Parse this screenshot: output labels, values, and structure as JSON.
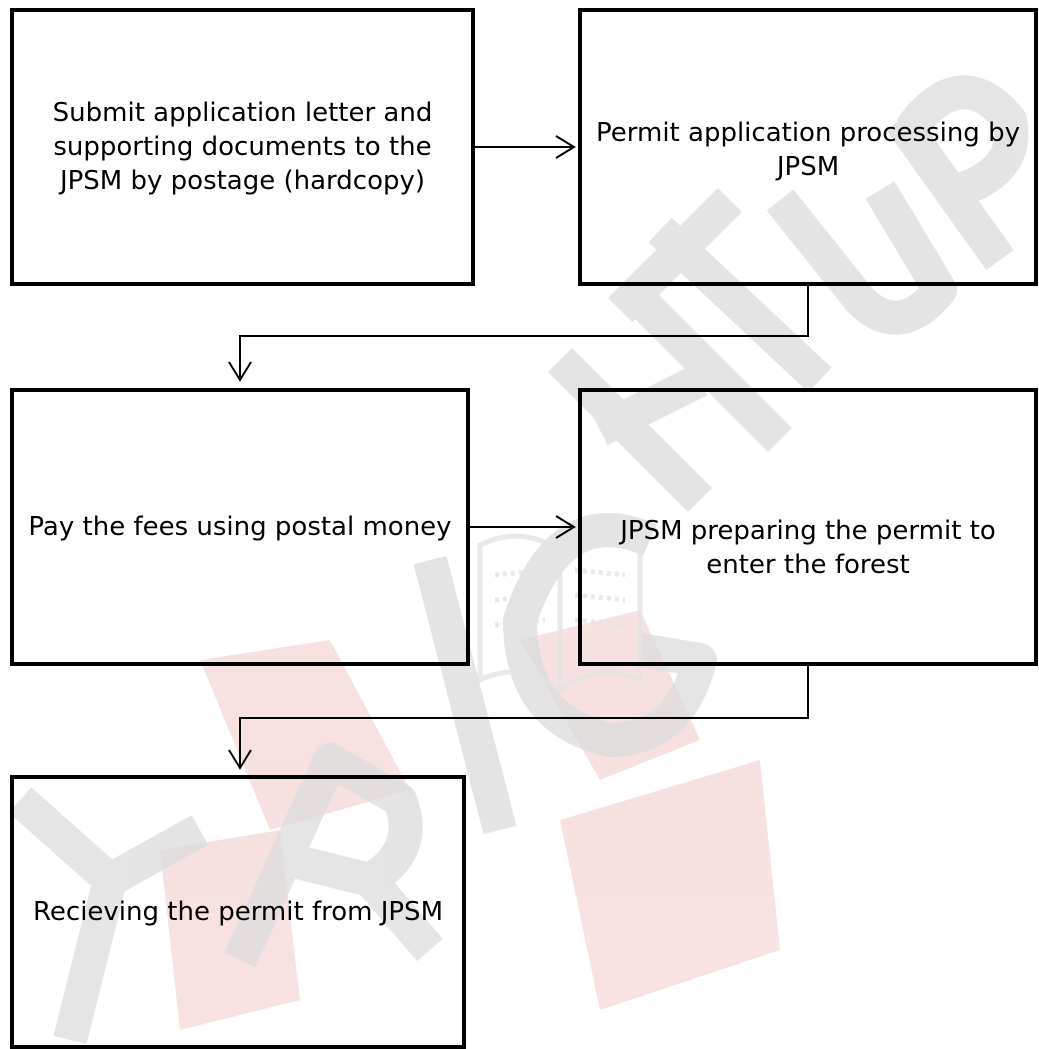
{
  "colors": {
    "box_border": "#000000",
    "connector": "#000000",
    "watermark_grey": "#d9d9d9",
    "watermark_red": "#f3cdcd"
  },
  "steps": [
    {
      "text": "Submit application letter and supporting documents to the JPSM by postage (hardcopy)"
    },
    {
      "text": "Permit application processing by JPSM"
    },
    {
      "text": "Pay the fees using postal money"
    },
    {
      "text": "JPSM preparing the permit to enter the forest"
    },
    {
      "text": "Recieving the permit from JPSM"
    }
  ],
  "watermark": {
    "text": "COPYRIGHT UPM"
  }
}
